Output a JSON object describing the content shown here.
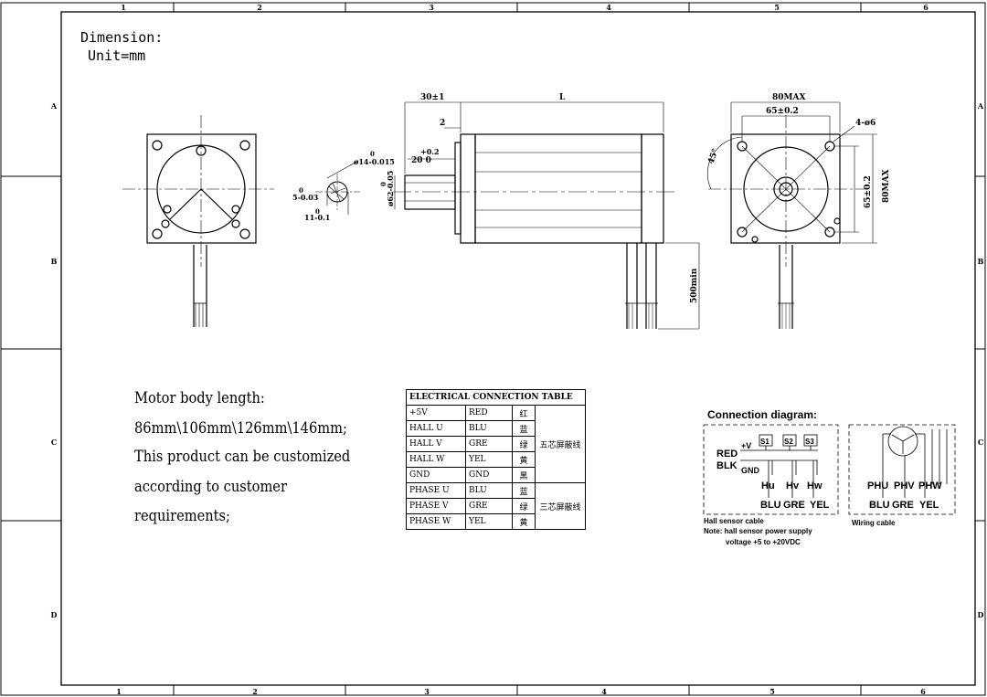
{
  "border": {
    "columns": [
      "1",
      "2",
      "3",
      "4",
      "5",
      "6"
    ],
    "rows": [
      "A",
      "B",
      "C",
      "D"
    ]
  },
  "dimension": {
    "title": "Dimension:",
    "unit": "Unit=mm"
  },
  "dims": {
    "shaft_len": "30±1",
    "body_len": "L",
    "flange_thk": "2",
    "key_tol": "+0.2",
    "key_len": "20 0",
    "shaft_dia_zero": "0",
    "shaft_dia": "ø14-0.015",
    "pilot_zero": "0",
    "pilot_dia": "ø62-0.05",
    "key_w_zero": "0",
    "key_w": "5-0.03",
    "key_h_zero": "0",
    "key_h": "11-0.1",
    "lead_len": "500min",
    "frame_max": "80MAX",
    "hole_spacing": "65±0.2",
    "holes": "4-ø6",
    "angle": "45°",
    "hole_spacing_v": "65±0.2",
    "frame_max_v": "80MAX"
  },
  "notes": [
    "Motor body length:",
    "86mm\\106mm\\126mm\\146mm;",
    "This product can be customized",
    "according to customer",
    "requirements;"
  ],
  "table": {
    "title": "ELECTRICAL CONNECTION TABLE",
    "rows": [
      {
        "signal": "+5V",
        "color": "RED",
        "cn": "红"
      },
      {
        "signal": "HALL U",
        "color": "BLU",
        "cn": "蓝"
      },
      {
        "signal": "HALL V",
        "color": "GRE",
        "cn": "绿"
      },
      {
        "signal": "HALL W",
        "color": "YEL",
        "cn": "黄"
      },
      {
        "signal": "GND",
        "color": "GND",
        "cn": "黑"
      },
      {
        "signal": "PHASE U",
        "color": "BLU",
        "cn": "蓝"
      },
      {
        "signal": "PHASE V",
        "color": "GRE",
        "cn": "绿"
      },
      {
        "signal": "PHASE W",
        "color": "YEL",
        "cn": "黄"
      }
    ],
    "group1": "五芯屏蔽线",
    "group2": "三芯屏蔽线"
  },
  "connection": {
    "title": "Connection diagram:",
    "plus_v": "+V",
    "red": "RED",
    "blk": "BLK",
    "gnd": "GND",
    "s1": "S1",
    "s2": "S2",
    "s3": "S3",
    "hu": "Hu",
    "hv": "Hv",
    "hw": "Hw",
    "blu": "BLU",
    "gre": "GRE",
    "yel": "YEL",
    "hall_cable": "Hall sensor cable",
    "note1": "Note: hall sensor power supply",
    "note2": "voltage +5 to +20VDC",
    "phu": "PHU",
    "phv": "PHV",
    "phw": "PHW",
    "blu2": "BLU",
    "gre2": "GRE",
    "yel2": "YEL",
    "wiring_cable": "Wiring cable"
  }
}
